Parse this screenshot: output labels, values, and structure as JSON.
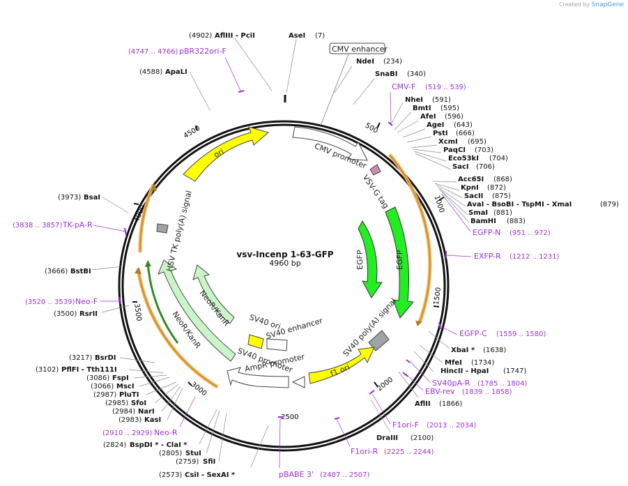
{
  "credit": {
    "prefix": "Created by",
    "brand": "SnapGene"
  },
  "plasmid": {
    "name": "vsv-Incenp 1-63-GFP",
    "length_label": "4960 bp"
  },
  "ticks": [
    "500",
    "1000",
    "1500",
    "2000",
    "2500",
    "3000",
    "3500",
    "4000",
    "4500"
  ],
  "features": [
    {
      "label": "CMV enhancer",
      "boxed": true
    },
    {
      "label": "CMV promoter"
    },
    {
      "label": "VSV-G tag"
    },
    {
      "label": "EGFP"
    },
    {
      "label": "EGFP"
    },
    {
      "label": "SV40 poly(A) signal"
    },
    {
      "label": "f1 ori"
    },
    {
      "label": "AmpR promoter"
    },
    {
      "label": "SV40 promoter"
    },
    {
      "label": "SV40 ori"
    },
    {
      "label": "SV40 enhancer"
    },
    {
      "label": "NeoR/KanR"
    },
    {
      "label": "NeoR/KanR"
    },
    {
      "label": "HSV TK poly(A) signal"
    },
    {
      "label": "ori"
    }
  ],
  "sites": [
    {
      "pos": "(4902)",
      "name": "AflIII  - PciI"
    },
    {
      "pos": "(7)",
      "name": "AseI"
    },
    {
      "pos": "(234)",
      "name": "NdeI"
    },
    {
      "pos": "(340)",
      "name": "SnaBI"
    },
    {
      "pos": "(591)",
      "name": "NheI"
    },
    {
      "pos": "(595)",
      "name": "BmtI"
    },
    {
      "pos": "(596)",
      "name": "AfeI"
    },
    {
      "pos": "(643)",
      "name": "AgeI"
    },
    {
      "pos": "(666)",
      "name": "PstI"
    },
    {
      "pos": "(695)",
      "name": "XcmI"
    },
    {
      "pos": "(703)",
      "name": "PaqCI"
    },
    {
      "pos": "(704)",
      "name": "Eco53kI"
    },
    {
      "pos": "(706)",
      "name": "SacI"
    },
    {
      "pos": "(868)",
      "name": "Acc65I"
    },
    {
      "pos": "(872)",
      "name": "KpnI"
    },
    {
      "pos": "(875)",
      "name": "SacII"
    },
    {
      "pos": "(879)",
      "name": "AvaI   - BsoBI   - TspMI   - XmaI"
    },
    {
      "pos": "(881)",
      "name": "SmaI"
    },
    {
      "pos": "(883)",
      "name": "BamHI"
    },
    {
      "pos": "(1638)",
      "name": "XbaI *"
    },
    {
      "pos": "(1734)",
      "name": "MfeI"
    },
    {
      "pos": "(1747)",
      "name": "HincII  - HpaI"
    },
    {
      "pos": "(1866)",
      "name": "AflII"
    },
    {
      "pos": "(2100)",
      "name": "DraIII"
    },
    {
      "pos": "(2573)",
      "name": "CsiI  - SexAI *"
    },
    {
      "pos": "(2759)",
      "name": "SfiI"
    },
    {
      "pos": "(2805)",
      "name": "StuI"
    },
    {
      "pos": "(2824)",
      "name": "BspDI *  - ClaI *"
    },
    {
      "pos": "(2983)",
      "name": "KasI"
    },
    {
      "pos": "(2984)",
      "name": "NarI"
    },
    {
      "pos": "(2985)",
      "name": "SfoI"
    },
    {
      "pos": "(2987)",
      "name": "PluTI"
    },
    {
      "pos": "(3066)",
      "name": "MscI"
    },
    {
      "pos": "(3086)",
      "name": "FspI"
    },
    {
      "pos": "(3102)",
      "name": "PflFI   - Tth111I"
    },
    {
      "pos": "(3217)",
      "name": "BsrDI"
    },
    {
      "pos": "(3500)",
      "name": "RsrII"
    },
    {
      "pos": "(3666)",
      "name": "BstBI"
    },
    {
      "pos": "(3973)",
      "name": "BsaI"
    },
    {
      "pos": "(4588)",
      "name": "ApaLI"
    }
  ],
  "primers": [
    {
      "name": "pBR322ori-F",
      "range": "(4747 .. 4766)"
    },
    {
      "name": "CMV-F",
      "range": "(519 .. 539)"
    },
    {
      "name": "EGFP-N",
      "range": "(951 .. 972)"
    },
    {
      "name": "EXFP-R",
      "range": "(1212 .. 1231)"
    },
    {
      "name": "EGFP-C",
      "range": "(1559 .. 1580)"
    },
    {
      "name": "SV40pA-R",
      "range": "(1785 .. 1804)"
    },
    {
      "name": "EBV-rev",
      "range": "(1839 .. 1858)"
    },
    {
      "name": "F1ori-F",
      "range": "(2013 .. 2034)"
    },
    {
      "name": "F1ori-R",
      "range": "(2225 .. 2244)"
    },
    {
      "name": "pBABE 3'",
      "range": "(2487 .. 2507)"
    },
    {
      "name": "Neo-R",
      "range": "(2910 .. 2929)"
    },
    {
      "name": "Neo-F",
      "range": "(3520 .. 3539)"
    },
    {
      "name": "TK-pA-R",
      "range": "(3838 .. 3857)"
    }
  ],
  "colors": {
    "primer": "#9b30d9",
    "egfp": "#22ee22",
    "ori": "#ffff00",
    "neo": "#c9f5c9",
    "orange": "#f0b050",
    "dark_green": "#2e8b22"
  }
}
